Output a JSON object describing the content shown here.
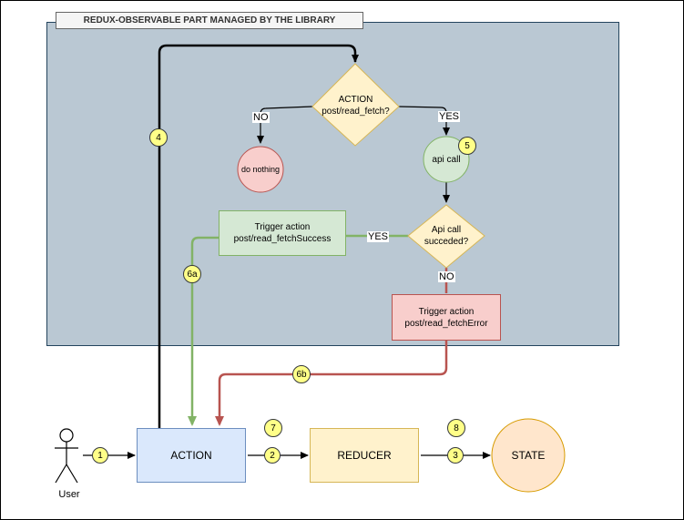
{
  "region": {
    "title": "REDUX-OBSERVABLE PART MANAGED BY THE LIBRARY"
  },
  "nodes": {
    "decision_action": "ACTION\npost/read_fetch?",
    "do_nothing": "do nothing",
    "api_call": "api call",
    "decision_api": "Api call\nsucceded?",
    "trigger_success": "Trigger action\npost/read_fetchSuccess",
    "trigger_error": "Trigger action\npost/read_fetchError",
    "action": "ACTION",
    "reducer": "REDUCER",
    "state": "STATE",
    "user": "User"
  },
  "edge_labels": {
    "no_left": "NO",
    "yes_right": "YES",
    "yes_success": "YES",
    "no_error": "NO"
  },
  "badges": {
    "b4": "4",
    "b5": "5",
    "b6a": "6a",
    "b6b": "6b",
    "b1": "1",
    "b2": "2",
    "b3": "3",
    "b7": "7",
    "b8": "8"
  },
  "colors": {
    "region_fill": "#bac8d3",
    "decision_fill": "#fff2cc",
    "red_fill": "#f8cecc",
    "green_fill": "#d5e8d4",
    "blue_fill": "#dae8fc",
    "orange_fill": "#ffe6cc",
    "badge_fill": "#ffff88",
    "success_edge": "#82b366",
    "error_edge": "#b85450"
  }
}
